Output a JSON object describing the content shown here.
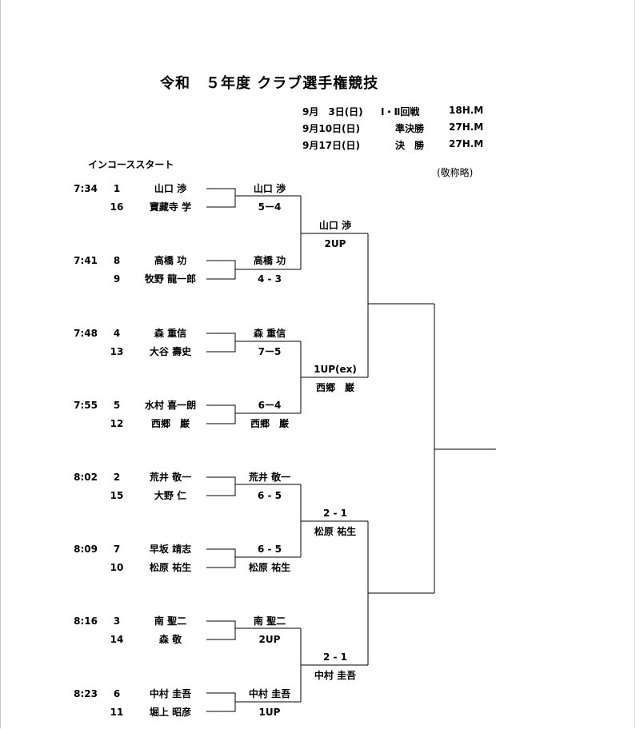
{
  "title": "令和　５年度 クラブ選手権競技",
  "schedule": [
    {
      "date": "9月　3日(日)",
      "round": "Ⅰ・Ⅱ回戦",
      "holes": "18H.M"
    },
    {
      "date": "9月10日(日)",
      "round": "準決勝",
      "holes": "27H.M"
    },
    {
      "date": "9月17日(日)",
      "round": "決　勝",
      "holes": "27H.M"
    }
  ],
  "start_note": "インコーススタート",
  "honorific_note": "(敬称略)",
  "matches": [
    {
      "time": "7:34",
      "p1": {
        "seed": "1",
        "name": "山口 渉"
      },
      "p2": {
        "seed": "16",
        "name": "寶藏寺 学"
      },
      "winner": "山口 渉",
      "score": "5ー4"
    },
    {
      "time": "7:41",
      "p1": {
        "seed": "8",
        "name": "高橋 功"
      },
      "p2": {
        "seed": "9",
        "name": "牧野 龍一郎"
      },
      "winner": "高橋 功",
      "score": "4 - 3"
    },
    {
      "time": "7:48",
      "p1": {
        "seed": "4",
        "name": "森 重信"
      },
      "p2": {
        "seed": "13",
        "name": "大谷 壽史"
      },
      "winner": "森 重信",
      "score": "7ー5"
    },
    {
      "time": "7:55",
      "p1": {
        "seed": "5",
        "name": "水村 喜一朗"
      },
      "p2": {
        "seed": "12",
        "name": "西郷　巌"
      },
      "winner": "西郷　巌",
      "score": "6ー4"
    },
    {
      "time": "8:02",
      "p1": {
        "seed": "2",
        "name": "荒井 敬一"
      },
      "p2": {
        "seed": "15",
        "name": "大野 仁"
      },
      "winner": "荒井 敬一",
      "score": "6 - 5"
    },
    {
      "time": "8:09",
      "p1": {
        "seed": "7",
        "name": "早坂 靖志"
      },
      "p2": {
        "seed": "10",
        "name": "松原 祐生"
      },
      "winner": "松原 祐生",
      "score": "6 - 5"
    },
    {
      "time": "8:16",
      "p1": {
        "seed": "3",
        "name": "南 聖二"
      },
      "p2": {
        "seed": "14",
        "name": "森 敬"
      },
      "winner": "南 聖二",
      "score": "2UP"
    },
    {
      "time": "8:23",
      "p1": {
        "seed": "6",
        "name": "中村 圭吾"
      },
      "p2": {
        "seed": "11",
        "name": "堀上 昭彦"
      },
      "winner": "中村 圭吾",
      "score": "1UP"
    }
  ],
  "round2": [
    {
      "winner": "山口 渉",
      "score": "2UP"
    },
    {
      "winner": "西郷　巌",
      "score": "1UP(ex)"
    },
    {
      "winner": "松原 祐生",
      "score": "2 - 1"
    },
    {
      "winner": "中村 圭吾",
      "score": "2 - 1"
    }
  ]
}
